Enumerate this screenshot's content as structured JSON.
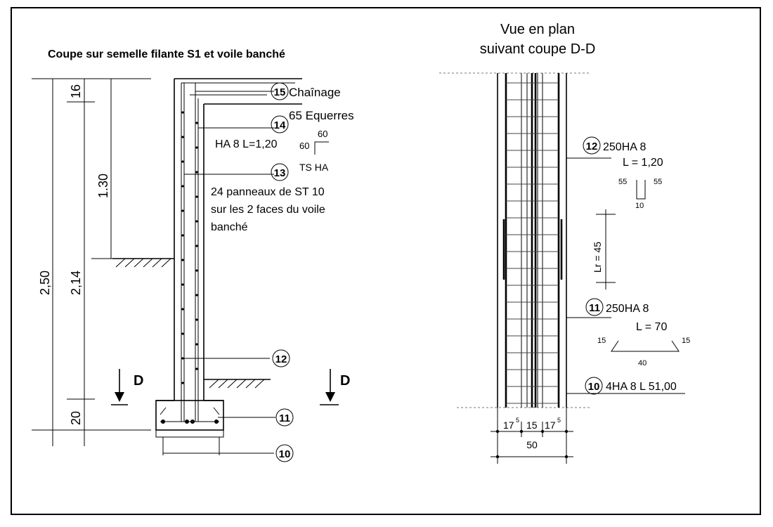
{
  "left_title": "Coupe sur semelle filante S1 et voile banché",
  "right_title_line1": "Vue en plan",
  "right_title_line2": "suivant coupe D-D",
  "dimensions_left": {
    "total": "2,50",
    "lower": "2,14",
    "upper": "1.30",
    "top": "16",
    "bottom": "20"
  },
  "section_marker": "D",
  "callouts_left": {
    "n15": "15",
    "n15_label": "Chaînage",
    "n14": "14",
    "n14_label1": "65 Equerres",
    "n14_label2": "HA 8 L=1,20",
    "n14_dim1": "60",
    "n14_dim2": "60",
    "n13": "13",
    "n13_ts": "TS HA",
    "n13_label1": "24 panneaux de ST 10",
    "n13_label2": "sur les 2 faces du voile",
    "n13_label3": "banché",
    "n12": "12",
    "n11": "11",
    "n10": "10"
  },
  "callouts_right": {
    "n12": "12",
    "n12_label": "250HA 8",
    "n12_length": "L = 1,20",
    "n12_dim_a": "55",
    "n12_dim_b": "55",
    "n12_dim_c": "10",
    "lap": "Lr = 45",
    "n11": "11",
    "n11_label": "250HA 8",
    "n11_length": "L = 70",
    "n11_dim_a": "15",
    "n11_dim_b": "15",
    "n11_dim_c": "40",
    "n10": "10",
    "n10_label": "4HA 8 L 51,00"
  },
  "plan_dims": {
    "a": "17",
    "a_sup": "5",
    "b": "15",
    "c": "17",
    "c_sup": "5",
    "total": "50"
  }
}
